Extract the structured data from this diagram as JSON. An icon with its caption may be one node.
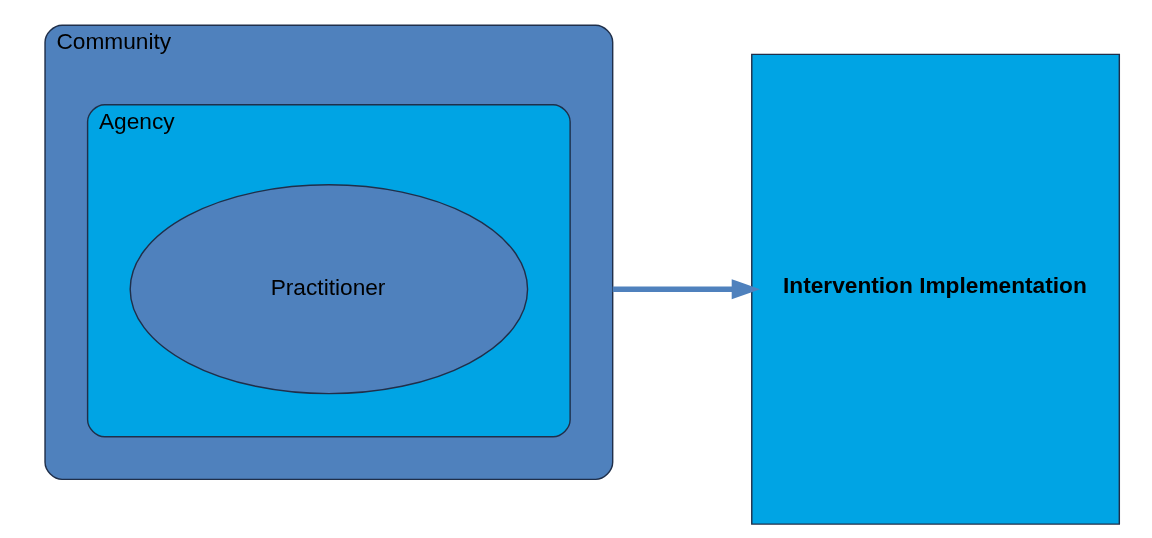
{
  "diagram": {
    "nodes": [
      {
        "text": [
          "Community"
        ]
      },
      {
        "text": [
          "Agency"
        ],
        "in": 0
      },
      {
        "text": [
          "Practitioner"
        ],
        "in": 1
      },
      {
        "text": [
          "Intervention Implementation"
        ]
      }
    ],
    "edges": [
      {
        "from": 0,
        "to": 3,
        "arrow": "to"
      }
    ]
  }
}
